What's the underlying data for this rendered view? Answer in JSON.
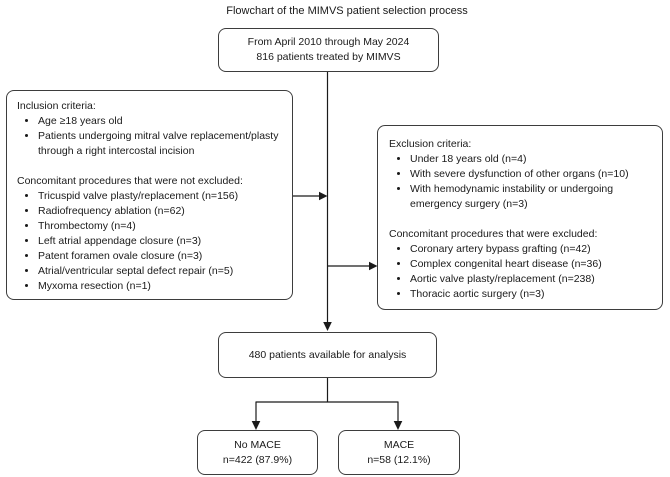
{
  "flowchart": {
    "title": "Flowchart of the MIMVS patient selection process",
    "start_box": {
      "lines": [
        "From April 2010 through May 2024",
        "816 patients treated by MIMVS"
      ]
    },
    "inclusion_box": {
      "sections": [
        {
          "heading": "Inclusion criteria:",
          "items": [
            "Age ≥18 years old",
            "Patients undergoing mitral valve replacement/plasty through a right intercostal incision"
          ]
        },
        {
          "heading": "Concomitant procedures that were not excluded:",
          "items": [
            "Tricuspid valve plasty/replacement (n=156)",
            "Radiofrequency ablation (n=62)",
            "Thrombectomy (n=4)",
            "Left atrial appendage closure (n=3)",
            "Patent foramen ovale closure (n=3)",
            "Atrial/ventricular septal defect repair (n=5)",
            "Myxoma resection (n=1)"
          ]
        }
      ]
    },
    "exclusion_box": {
      "sections": [
        {
          "heading": "Exclusion criteria:",
          "items": [
            "Under 18 years old (n=4)",
            "With severe dysfunction of other organs (n=10)",
            "With hemodynamic instability or undergoing emergency surgery (n=3)"
          ]
        },
        {
          "heading": "Concomitant procedures that were excluded:",
          "items": [
            "Coronary artery bypass grafting (n=42)",
            "Complex congenital heart disease (n=36)",
            "Aortic valve plasty/replacement (n=238)",
            "Thoracic aortic surgery (n=3)"
          ]
        }
      ]
    },
    "analysis_box": {
      "text": "480 patients available for analysis"
    },
    "no_mace_box": {
      "lines": [
        "No MACE",
        "n=422 (87.9%)"
      ]
    },
    "mace_box": {
      "lines": [
        "MACE",
        "n=58 (12.1%)"
      ]
    },
    "colors": {
      "background": "#ffffff",
      "border": "#3d3d3d",
      "line": "#1a1a1a",
      "text": "#1a1a1a"
    }
  }
}
